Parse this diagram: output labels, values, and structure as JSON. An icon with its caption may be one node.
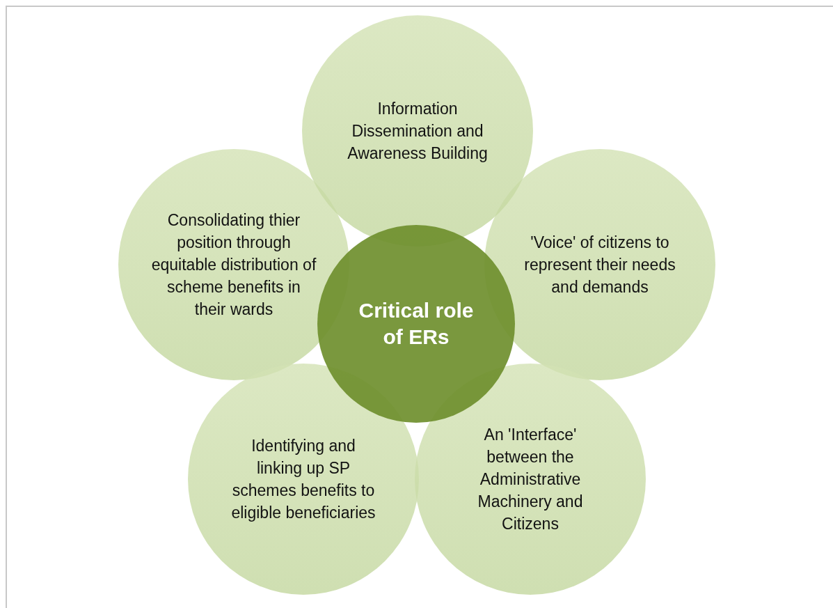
{
  "diagram": {
    "nodes": [
      {
        "text": [
          "Information Dissemination and Awareness Building"
        ]
      },
      {
        "text": [
          "Consolidating thier position through equitable distribution of scheme benefits in their wards"
        ]
      },
      {
        "text": [
          "'Voice' of citizens to represent their needs and demands"
        ]
      },
      {
        "text": [
          "Critical role of ERs"
        ]
      },
      {
        "text": [
          "Identifying and linking up SP schemes benefits to eligible beneficiaries"
        ]
      },
      {
        "text": [
          "An 'Interface' between the Administrative Machinery and Citizens"
        ]
      }
    ],
    "edges": []
  }
}
